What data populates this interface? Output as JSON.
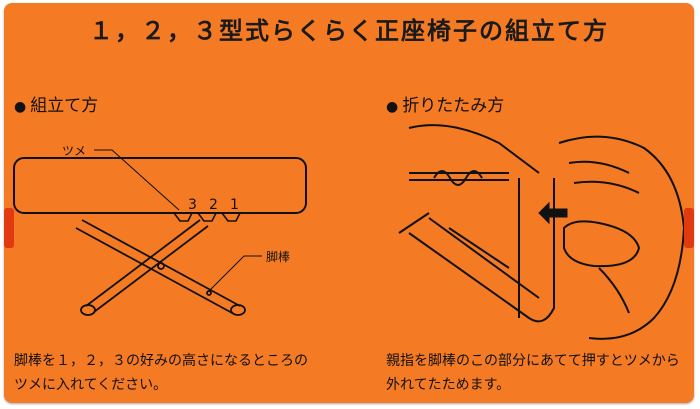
{
  "title": "１，２，３型式らくらく正座椅子の組立て方",
  "sections": {
    "assembly": {
      "bullet": "●",
      "heading": "組立て方",
      "labels": {
        "tsume": "ツメ",
        "nums": [
          "3",
          "2",
          "1"
        ],
        "leg": "脚棒"
      },
      "caption": "脚棒を１，２，３の好みの高さになるところの\nツメに入れてください。"
    },
    "folding": {
      "bullet": "●",
      "heading": "折りたたみ方",
      "caption": "親指を脚棒のこの部分にあてて押すとツメから\n外れてたためます。"
    }
  },
  "colors": {
    "background": "#f47a24",
    "ink": "#111111"
  }
}
